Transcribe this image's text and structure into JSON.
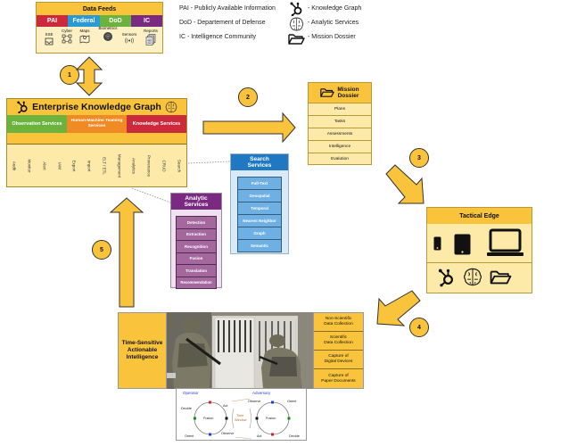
{
  "data_feeds": {
    "title": "Data Feeds",
    "categories": [
      {
        "label": "PAI",
        "color": "#cc2a3c"
      },
      {
        "label": "Federal",
        "color": "#2a9ad6"
      },
      {
        "label": "DoD",
        "color": "#6cb33e"
      },
      {
        "label": "IC",
        "color": "#7b2a82"
      }
    ],
    "sources": [
      {
        "label": "SSE",
        "icon": "inbox-icon"
      },
      {
        "label": "Cyber",
        "icon": "network-icon"
      },
      {
        "label": "Maps",
        "icon": "map-icon"
      },
      {
        "label": "Biometrics",
        "icon": "fingerprint-icon"
      },
      {
        "label": "Sensors",
        "icon": "signal-icon"
      },
      {
        "label": "Reports",
        "icon": "documents-icon"
      }
    ]
  },
  "legend": {
    "abbreviations": [
      "PAI - Publicly Available Information",
      "DoD - Departement of Defense",
      "IC - Intelligence Community"
    ],
    "icons": [
      {
        "icon": "knowledge-graph-icon",
        "label": "- Knowledge Graph"
      },
      {
        "icon": "brain-icon",
        "label": "- Analytic Services"
      },
      {
        "icon": "folder-icon",
        "label": "- Mission Dossier"
      }
    ]
  },
  "steps": [
    "1",
    "2",
    "3",
    "4",
    "5"
  ],
  "ekg": {
    "title": "Enterprise Knowledge Graph",
    "services": [
      {
        "label": "Observation Services",
        "color": "#6cb33e"
      },
      {
        "label": "Human-Machine Teaming Services",
        "color": "#ef8a24"
      },
      {
        "label": "Knowledge Services",
        "color": "#cc2a3c"
      }
    ],
    "columns": [
      "Audit",
      "Monitor",
      "Alert",
      "IAM",
      "Export",
      "Import",
      "ELT / ETL",
      "Management",
      "Analytics",
      "Provenance",
      "CRUD",
      "Search"
    ]
  },
  "mission_dossier": {
    "title_line1": "Mission",
    "title_line2": "Dossier",
    "items": [
      "Plans",
      "Tasks",
      "Assessments",
      "Intelligence",
      "Evalution"
    ]
  },
  "search_services": {
    "title_line1": "Search",
    "title_line2": "Services",
    "items": [
      "Full-Text",
      "Geospatial",
      "Temporal",
      "Nearest Neighbor",
      "Graph",
      "Semantic"
    ]
  },
  "analytic_services": {
    "title_line1": "Analytic",
    "title_line2": "Services",
    "items": [
      "Detection",
      "Extraction",
      "Recognition",
      "Fusion",
      "Translation",
      "Recommendation"
    ]
  },
  "tactical_edge": {
    "title": "Tactical Edge",
    "devices": [
      "phone-icon",
      "tablet-icon",
      "laptop-icon"
    ],
    "capabilities": [
      "knowledge-graph-icon",
      "brain-icon",
      "folder-icon"
    ]
  },
  "intelligence": {
    "label_line1": "Time-Sensitive",
    "label_line2": "Actionable",
    "label_line3": "Intelligence",
    "photo": "soldiers-breaching-door-photo",
    "collection": [
      {
        "line1": "Non-Scientific",
        "line2": "Data Collection"
      },
      {
        "line1": "Scientific",
        "line2": "Data Collection"
      },
      {
        "line1": "Capture of",
        "line2": "Digital Devices"
      },
      {
        "line1": "Capture of",
        "line2": "Paper Documents"
      }
    ]
  },
  "ooda": {
    "operator_label": "Operator",
    "adversary_label": "Adversary",
    "operator": {
      "decide": "Decide",
      "act": "Act",
      "orient": "Orient",
      "observe": "Observe",
      "center": "Fusion"
    },
    "adversary": {
      "observe": "Observe",
      "orient": "Orient",
      "act": "Act",
      "decide": "Decide",
      "center": "Fusion"
    },
    "time_window_line1": "Time",
    "time_window_line2": "Window"
  },
  "colors": {
    "accent_yellow": "#f9c33c",
    "pale_yellow": "#fdeaa9",
    "search_blue": "#1f78c1",
    "analytic_purple": "#7b2a82"
  }
}
